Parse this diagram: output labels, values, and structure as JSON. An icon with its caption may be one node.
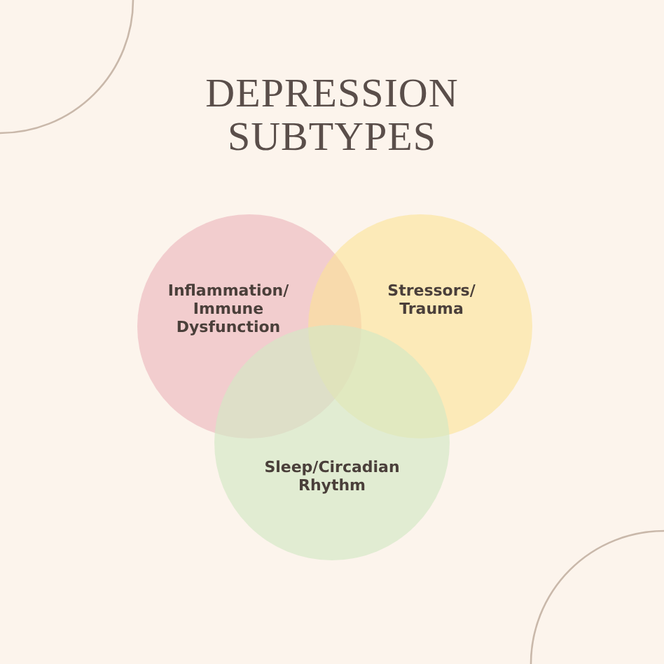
{
  "diagram": {
    "title": "DEPRESSION SUBTYPES",
    "nodes": [
      {
        "text": [
          "Inflammation/ Immune Dysfunction"
        ]
      },
      {
        "text": [
          "Stressors/ Trauma"
        ]
      },
      {
        "text": [
          "Sleep/Circadian Rhythm"
        ]
      }
    ]
  }
}
